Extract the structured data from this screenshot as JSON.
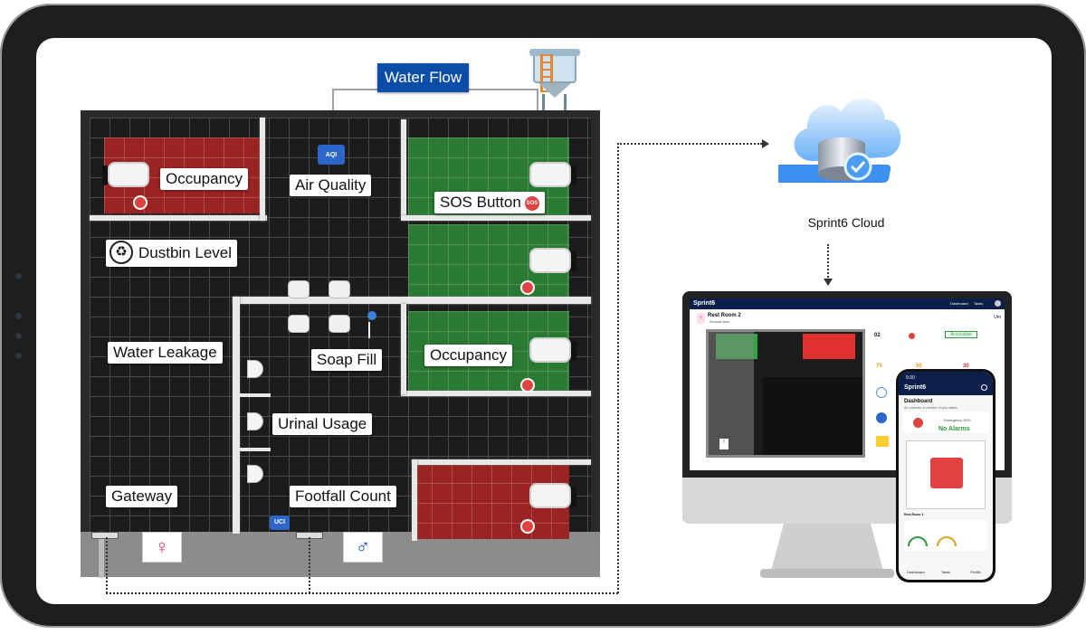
{
  "diagram": {
    "water_flow": "Water Flow",
    "cloud_label": "Sprint6 Cloud",
    "sensors": {
      "occupancy_top": "Occupancy",
      "air_quality": "Air Quality",
      "sos_button": "SOS Button",
      "dustbin_level": "Dustbin Level",
      "water_leakage": "Water Leakage",
      "soap_fill": "Soap Fill",
      "occupancy_mid": "Occupancy",
      "urinal_usage": "Urinal Usage",
      "gateway": "Gateway",
      "footfall_count": "Footfall Count"
    },
    "sos_chip": "SOS",
    "aqi_badge": "AQI",
    "device_label": "UCI"
  },
  "monitor_app": {
    "brand": "Sprint6",
    "nav": [
      "Dashboard",
      "Tasks"
    ],
    "room_title": "Rest Room 2",
    "room_sub": "Ground floor",
    "right_tag": "Um",
    "stats": [
      "02",
      "70",
      "50",
      "30"
    ],
    "accessible": "Accessible"
  },
  "phone_app": {
    "time": "9:30",
    "brand": "Sprint6",
    "dashboard": "Dashboard",
    "dashboard_sub": "An overview of member of your status",
    "emergency": "Emergency SOS",
    "no_alarms": "No Alarms",
    "room": "Rest Room 1",
    "nav": [
      "Dashboard",
      "Tasks",
      "Profile"
    ]
  },
  "colors": {
    "occupied": "#9a2423",
    "vacant": "#2a7a33",
    "water_badge": "#0b4ea8",
    "app_header": "#0b1f4a"
  }
}
